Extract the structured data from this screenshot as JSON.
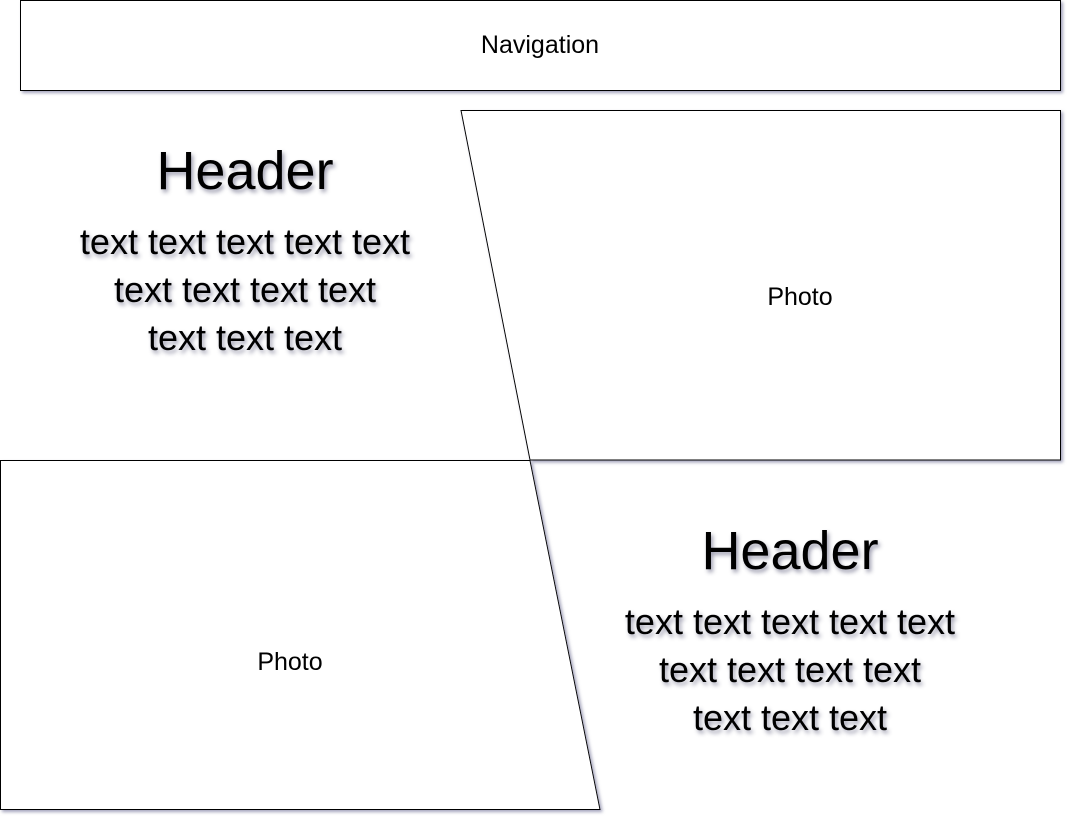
{
  "navigation": {
    "label": "Navigation"
  },
  "section_top": {
    "header": "Header",
    "text_lines": [
      "text text text text text",
      "text text text text",
      "text text text"
    ],
    "photo_label": "Photo"
  },
  "section_bottom": {
    "header": "Header",
    "text_lines": [
      "text text text text text",
      "text text text text",
      "text text text"
    ],
    "photo_label": "Photo"
  },
  "colors": {
    "stroke": "#000000",
    "shadow": "#9a9ab4",
    "background": "#ffffff"
  }
}
